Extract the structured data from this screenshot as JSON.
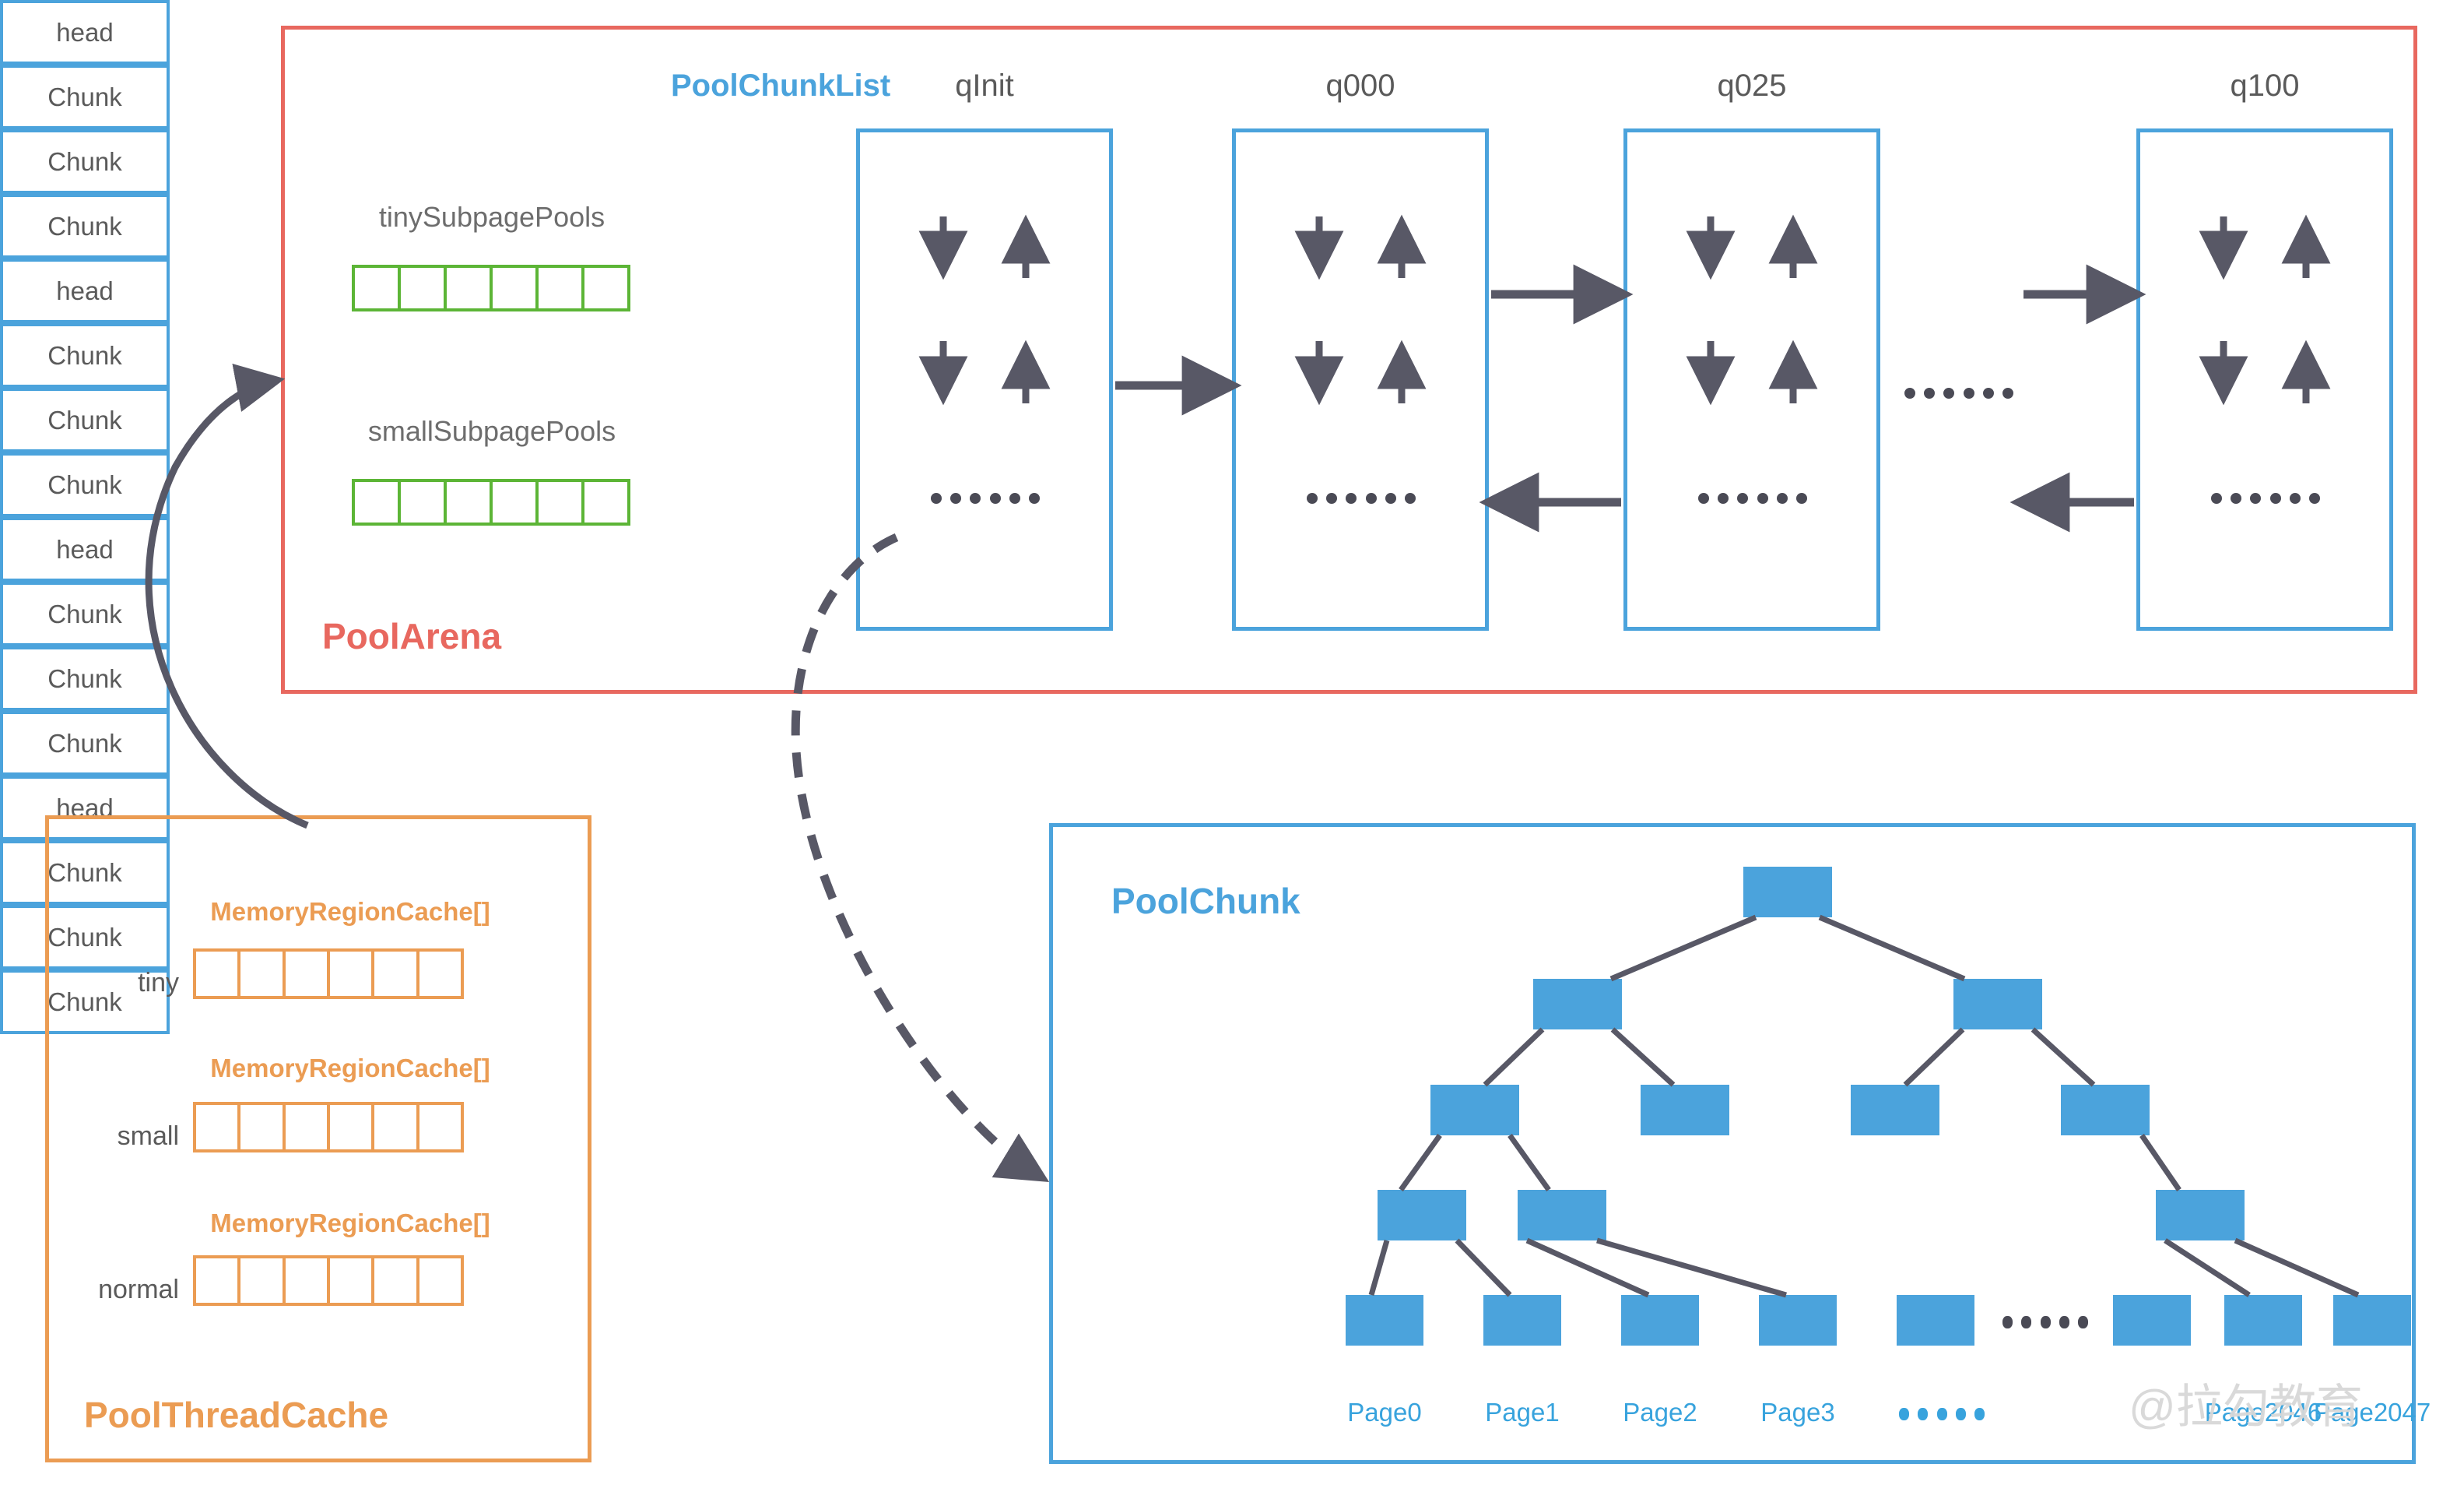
{
  "colors": {
    "arena_border": "#e8685f",
    "arena_title": "#e8685f",
    "threadcache_border": "#eb9c53",
    "threadcache_title": "#eb9c53",
    "chunklist_border": "#4ba3dc",
    "chunklist_title": "#4ba3dc",
    "poolchunk_border": "#4ba3dc",
    "poolchunk_title": "#4ba3dc",
    "subpage_array_border": "#5cb536",
    "memoryregioncache_array_border": "#eb9c53",
    "tree_node_fill": "#4ba3dc",
    "arrow": "#585866",
    "node_text": "#5a5a5a",
    "page_label": "#38a3dd"
  },
  "arena": {
    "title": "PoolArena",
    "pools": [
      {
        "label": "tinySubpagePools",
        "cells": 6
      },
      {
        "label": "smallSubpagePools",
        "cells": 6
      }
    ],
    "chunklist_label": "PoolChunkList",
    "lists": [
      {
        "name": "qInit",
        "nodes": [
          "head",
          "Chunk",
          "Chunk",
          "Chunk"
        ],
        "ellipsis": "••••••"
      },
      {
        "name": "q000",
        "nodes": [
          "head",
          "Chunk",
          "Chunk",
          "Chunk"
        ],
        "ellipsis": "••••••"
      },
      {
        "name": "q025",
        "nodes": [
          "head",
          "Chunk",
          "Chunk",
          "Chunk"
        ],
        "ellipsis": "••••••"
      },
      {
        "name": "q100",
        "nodes": [
          "head",
          "Chunk",
          "Chunk",
          "Chunk"
        ],
        "ellipsis": "••••••"
      }
    ],
    "between_lists_ellipsis": "••••••"
  },
  "thread_cache": {
    "title": "PoolThreadCache",
    "rows": [
      {
        "array_label": "MemoryRegionCache[]",
        "row_label": "tiny",
        "cells": 6
      },
      {
        "array_label": "MemoryRegionCache[]",
        "row_label": "small",
        "cells": 6
      },
      {
        "array_label": "MemoryRegionCache[]",
        "row_label": "normal",
        "cells": 6
      }
    ]
  },
  "pool_chunk": {
    "title": "PoolChunk",
    "page_labels": [
      "Page0",
      "Page1",
      "Page2",
      "Page3",
      "Page2046",
      "Page2047"
    ],
    "page_ellipsis": "••••••",
    "leaf_ellipsis": "••••••",
    "depth": 5
  },
  "watermark": {
    "text": "@拉勾教育"
  }
}
